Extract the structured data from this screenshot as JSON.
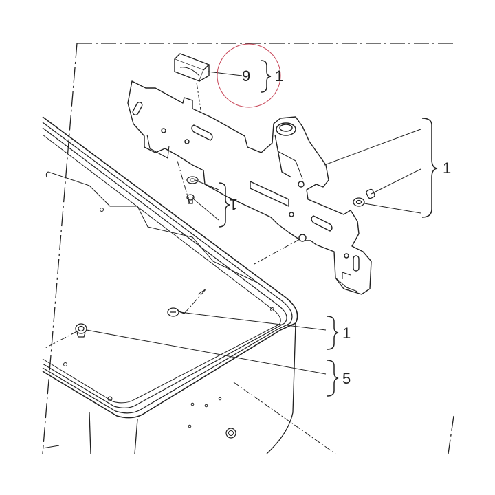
{
  "callouts": {
    "bracket_part": "9",
    "bracket_part_qty": "1",
    "bracket_assembly_qty": "1",
    "washer_screw_left_qty": "1",
    "screw_mid_qty": "1",
    "bolt_lower_qty": "5"
  },
  "colors": {
    "line": "#222222",
    "highlight_circle": "#c8485a",
    "background": "#ffffff"
  }
}
